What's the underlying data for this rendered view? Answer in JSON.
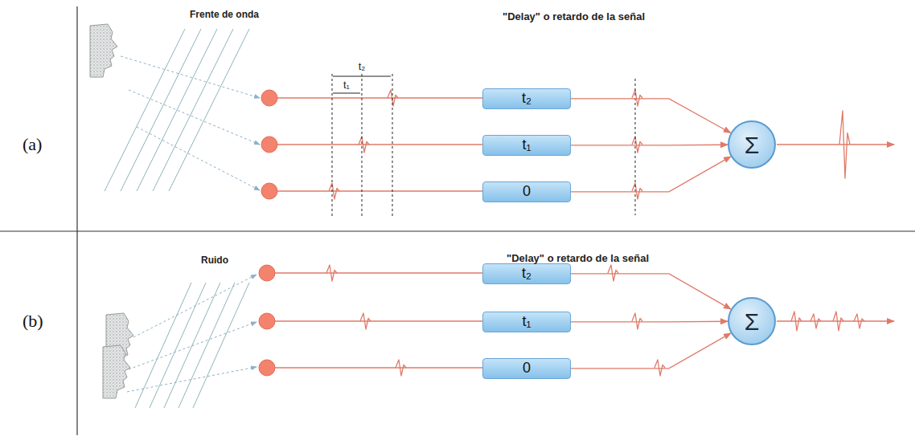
{
  "diagram": {
    "nodes": [
      {
        "text": [
          "t₂"
        ]
      },
      {
        "text": [
          "t₁"
        ]
      },
      {
        "text": [
          "0"
        ]
      },
      {
        "text": [
          "Σ"
        ]
      },
      {
        "text": [
          "t₂"
        ]
      },
      {
        "text": [
          "t₁"
        ]
      },
      {
        "text": [
          "0"
        ]
      },
      {
        "text": [
          "Σ"
        ]
      }
    ],
    "edges": [
      {
        "from": 0,
        "to": 3,
        "arrow": "to"
      },
      {
        "from": 1,
        "to": 3,
        "arrow": "to"
      },
      {
        "from": 2,
        "to": 3,
        "arrow": "to"
      },
      {
        "from": 4,
        "to": 7,
        "arrow": "to"
      },
      {
        "from": 5,
        "to": 7,
        "arrow": "to"
      },
      {
        "from": 6,
        "to": 7,
        "arrow": "to"
      }
    ],
    "labels": [
      "(a)",
      "Frente de onda",
      "t₂",
      "t₁",
      "\"Delay\" o retardo de la señal",
      "(b)",
      "Ruido",
      "\"Delay\" o retardo de la señal"
    ]
  }
}
